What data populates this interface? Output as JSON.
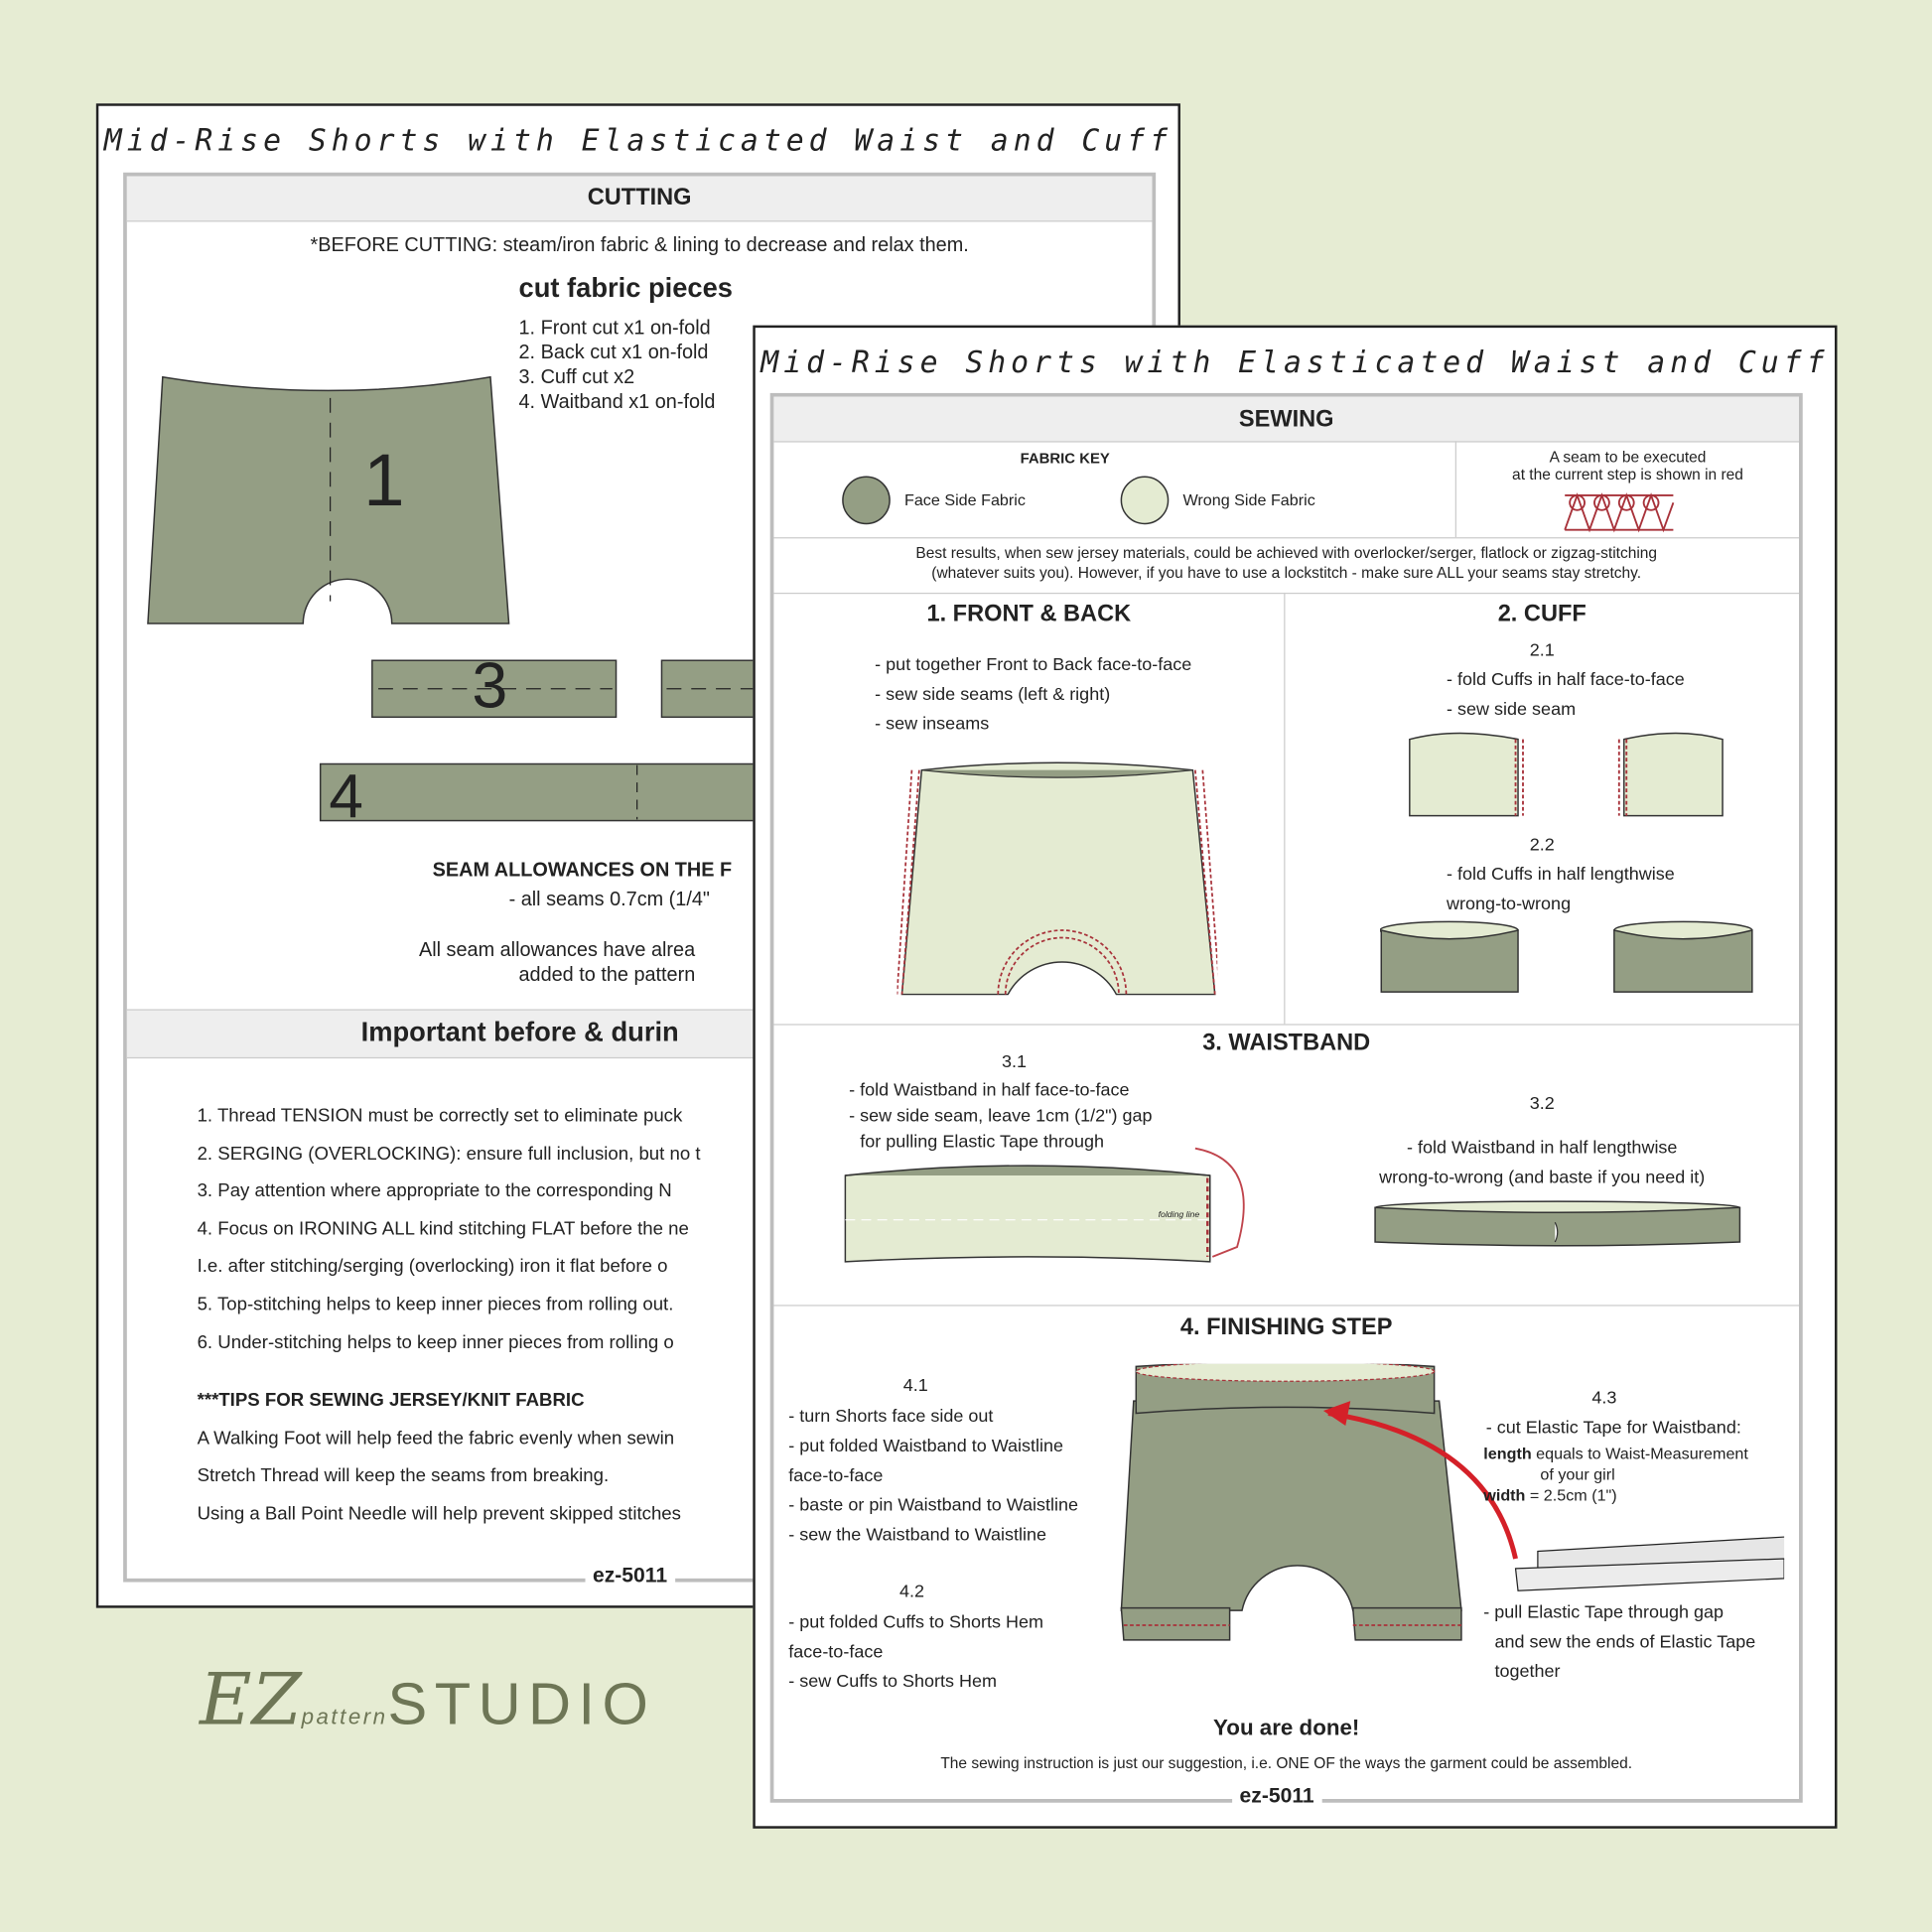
{
  "title": "Mid-Rise Shorts with Elasticated Waist and Cuff",
  "cutting": {
    "header": "CUTTING",
    "note": "*BEFORE CUTTING: steam/iron fabric & lining to decrease and relax them.",
    "pieces_title": "cut fabric pieces",
    "pieces": [
      "1. Front  cut x1 on-fold",
      "2. Back  cut x1 on-fold",
      "3. Cuff  cut x2",
      "4. Waitband  x1 on-fold"
    ],
    "labels": {
      "p1": "1",
      "p3": "3",
      "p4": "4"
    },
    "seam_title": "SEAM ALLOWANCES ON THE F",
    "seam_line": "- all seams 0.7cm (1/4\"",
    "seam_note1": "All seam allowances have alrea",
    "seam_note2": "added to the pattern",
    "important_header": "Important before & durin",
    "tips": [
      "1. Thread TENSION must be correctly set to eliminate puck",
      "2.  SERGING (OVERLOCKING): ensure full inclusion, but no t",
      "3. Pay attention where appropriate to the corresponding N",
      "4. Focus on IRONING ALL kind stitching FLAT before the ne",
      "I.e. after stitching/serging (overlocking) iron it flat before o",
      "5. Top-stitching helps to keep inner pieces from rolling out.",
      "6. Under-stitching helps to keep inner pieces from rolling o"
    ],
    "jersey_title": "***TIPS FOR SEWING JERSEY/KNIT FABRIC",
    "jersey": [
      "A Walking Foot will help feed the fabric evenly when sewin",
      "Stretch Thread will keep the seams from breaking.",
      "Using a Ball Point Needle will help prevent skipped stitches"
    ],
    "code": "ez-5011"
  },
  "sewing": {
    "header": "SEWING",
    "fabric_key": "FABRIC KEY",
    "face": "Face Side Fabric",
    "wrong": "Wrong Side Fabric",
    "seam_note1": "A seam to be executed",
    "seam_note2": "at the current step is shown in red",
    "best1": "Best results, when sew jersey materials, could be achieved with overlocker/serger, flatlock or zigzag-stitching",
    "best2": "(whatever suits you). However, if you have to use a lockstitch - make sure ALL your seams stay stretchy.",
    "s1": {
      "title": "1. FRONT & BACK",
      "lines": [
        "- put together Front to Back face-to-face",
        "- sew side seams (left & right)",
        "- sew inseams"
      ]
    },
    "s2": {
      "title": "2. CUFF",
      "n1": "2.1",
      "l1": [
        "- fold Cuffs in half face-to-face",
        "- sew side seam"
      ],
      "n2": "2.2",
      "l2": [
        "- fold Cuffs in half lengthwise",
        "wrong-to-wrong"
      ]
    },
    "s3": {
      "title": "3. WAISTBAND",
      "n1": "3.1",
      "l1": [
        "- fold Waistband in half face-to-face",
        "- sew side seam, leave 1cm (1/2\") gap",
        "for pulling Elastic Tape through"
      ],
      "folding": "folding line",
      "n2": "3.2",
      "l2": [
        "- fold Waistband in half lengthwise",
        "wrong-to-wrong (and baste if you need it)"
      ]
    },
    "s4": {
      "title": "4. FINISHING STEP",
      "n1": "4.1",
      "l1": [
        "- turn Shorts face side out",
        "- put folded Waistband to Waistline",
        "face-to-face",
        "- baste or pin Waistband to Waistline",
        "- sew the Waistband to Waistline"
      ],
      "n2": "4.2",
      "l2": [
        "- put folded Cuffs to Shorts Hem",
        "face-to-face",
        "- sew Cuffs to Shorts Hem"
      ],
      "n3": "4.3",
      "l3a": "- cut Elastic Tape for Waistband:",
      "l3b_bold": "length",
      "l3b": " equals to Waist-Measurement",
      "l3c": "of your girl",
      "l3d_bold": "width",
      "l3d": " = 2.5cm (1\")",
      "l3e": [
        "- pull Elastic Tape through gap",
        "and sew the ends of Elastic Tape",
        "together"
      ]
    },
    "done": "You are done!",
    "footnote": "The sewing instruction is just our  suggestion, i.e. ONE OF the ways the garment could be assembled.",
    "code": "ez-5011"
  },
  "brand": {
    "ez": "EZ",
    "pattern": "pattern",
    "studio": "STUDIO"
  },
  "colors": {
    "face": "#949e84",
    "wrong": "#e4ebd2",
    "seam": "#a8323a",
    "background": "#e6ecd3"
  }
}
